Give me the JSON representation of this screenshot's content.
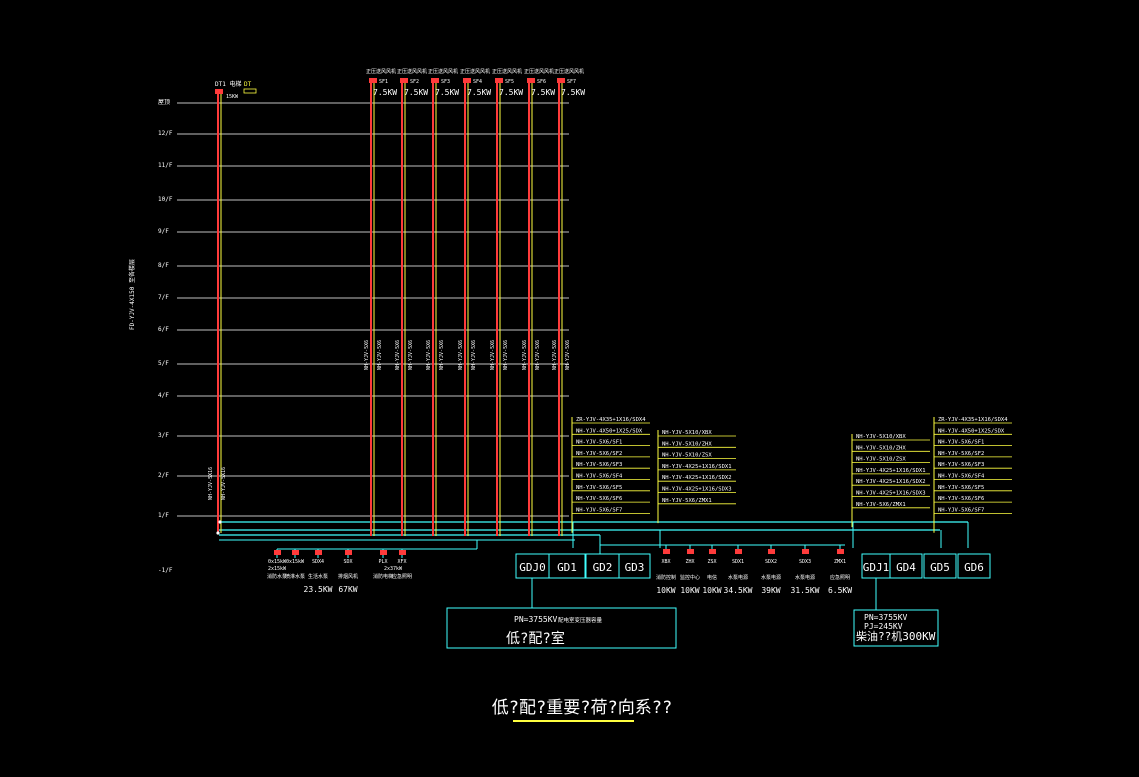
{
  "title": "低?配?重要?荷?向系??",
  "feeder_label": "FD-YJV-4X150 至各楼层",
  "floors": [
    "屋顶",
    "12/F",
    "11/F",
    "10/F",
    "9/F",
    "8/F",
    "7/F",
    "6/F",
    "5/F",
    "4/F",
    "3/F",
    "2/F",
    "1/F",
    "-1/F"
  ],
  "main_riser": {
    "top_label": "DT1 电梯",
    "box_label": "DT",
    "power": "15KW",
    "cable": "NH-YJV-5X16"
  },
  "fans": [
    {
      "label": "正压送风风机",
      "code": "SF1",
      "power": "7.5KW"
    },
    {
      "label": "正压送风风机",
      "code": "SF2",
      "power": "7.5KW"
    },
    {
      "label": "正压送风风机",
      "code": "SF3",
      "power": "7.5KW"
    },
    {
      "label": "正压送风风机",
      "code": "SF4",
      "power": "7.5KW"
    },
    {
      "label": "正压送风风机",
      "code": "SF5",
      "power": "7.5KW"
    },
    {
      "label": "正压送风风机",
      "code": "SF6",
      "power": "7.5KW"
    },
    {
      "label": "正压送风风机",
      "code": "SF7",
      "power": "7.5KW"
    }
  ],
  "fan_cable": "NH-YJV-5X6",
  "cable_group_1": [
    "ZR-YJV-4X35+1X16/SDX4",
    "NH-YJV-4X50+1X25/SDX",
    "NH-YJV-5X6/SF1",
    "NH-YJV-5X6/SF2",
    "NH-YJV-5X6/SF3",
    "NH-YJV-5X6/SF4",
    "NH-YJV-5X6/SF5",
    "NH-YJV-5X6/SF6",
    "NH-YJV-5X6/SF7"
  ],
  "cable_group_2": [
    "NH-YJV-5X10/XBX",
    "NH-YJV-5X10/ZHX",
    "NH-YJV-5X10/ZSX",
    "NH-YJV-4X25+1X16/SDX1",
    "NH-YJV-4X25+1X16/SDX2",
    "NH-YJV-4X25+1X16/SDX3",
    "NH-YJV-5X6/ZMX1"
  ],
  "cable_group_3": [
    "NH-YJV-5X10/XBX",
    "NH-YJV-5X10/ZHX",
    "NH-YJV-5X10/ZSX",
    "NH-YJV-4X25+1X16/SDX1",
    "NH-YJV-4X25+1X16/SDX2",
    "NH-YJV-4X25+1X16/SDX3",
    "NH-YJV-5X6/ZMX1"
  ],
  "cable_group_4": [
    "ZR-YJV-4X35+1X16/SDX4",
    "NH-YJV-4X50+1X25/SDX",
    "NH-YJV-5X6/SF1",
    "NH-YJV-5X6/SF2",
    "NH-YJV-5X6/SF3",
    "NH-YJV-5X6/SF4",
    "NH-YJV-5X6/SF5",
    "NH-YJV-5X6/SF6",
    "NH-YJV-5X6/SF7"
  ],
  "panels_a": [
    "GDJ0",
    "GD1",
    "GD2",
    "GD3"
  ],
  "panels_b": [
    "GDJ1",
    "GD4",
    "GD5",
    "GD6"
  ],
  "left_loads": [
    {
      "code": "0x15kW",
      "label": "消防水泵",
      "power": ""
    },
    {
      "code": "0x15kW",
      "label": "喷淋水泵",
      "power": ""
    },
    {
      "code": "SDX4",
      "label": "生活水泵",
      "power": "23.5KW"
    },
    {
      "code": "SDX",
      "label": "排烟风机",
      "power": "67KW"
    },
    {
      "code": "PLX",
      "label": "消防电梯",
      "power": ""
    },
    {
      "code": "XFX",
      "label": "应急照明",
      "power": ""
    }
  ],
  "left_load_sub": [
    "2x15kW",
    "2x37kW"
  ],
  "right_loads": [
    {
      "code": "XBX",
      "label": "消防控制",
      "power": "10KW"
    },
    {
      "code": "ZHX",
      "label": "监控中心",
      "power": "10KW"
    },
    {
      "code": "ZSX",
      "label": "电信",
      "power": "10KW"
    },
    {
      "code": "SDX1",
      "label": "水泵电源",
      "power": "34.5KW"
    },
    {
      "code": "SDX2",
      "label": "水泵电源",
      "power": "39KW"
    },
    {
      "code": "SDX3",
      "label": "水泵电源",
      "power": "31.5KW"
    },
    {
      "code": "ZMX1",
      "label": "应急照明",
      "power": "6.5KW"
    }
  ],
  "substation": {
    "pn": "PN=3755KV",
    "note": "配电室变压器容量",
    "name": "低?配?室"
  },
  "generator": {
    "pn": "PN=3755KV",
    "pj": "PJ=245KV",
    "name": "柴油??机300KW"
  },
  "colors": {
    "red": "#ff3b3b",
    "yellow": "#ffff40",
    "cyan": "#40ffff",
    "white": "#ffffff",
    "grey": "#9a9a9a"
  }
}
